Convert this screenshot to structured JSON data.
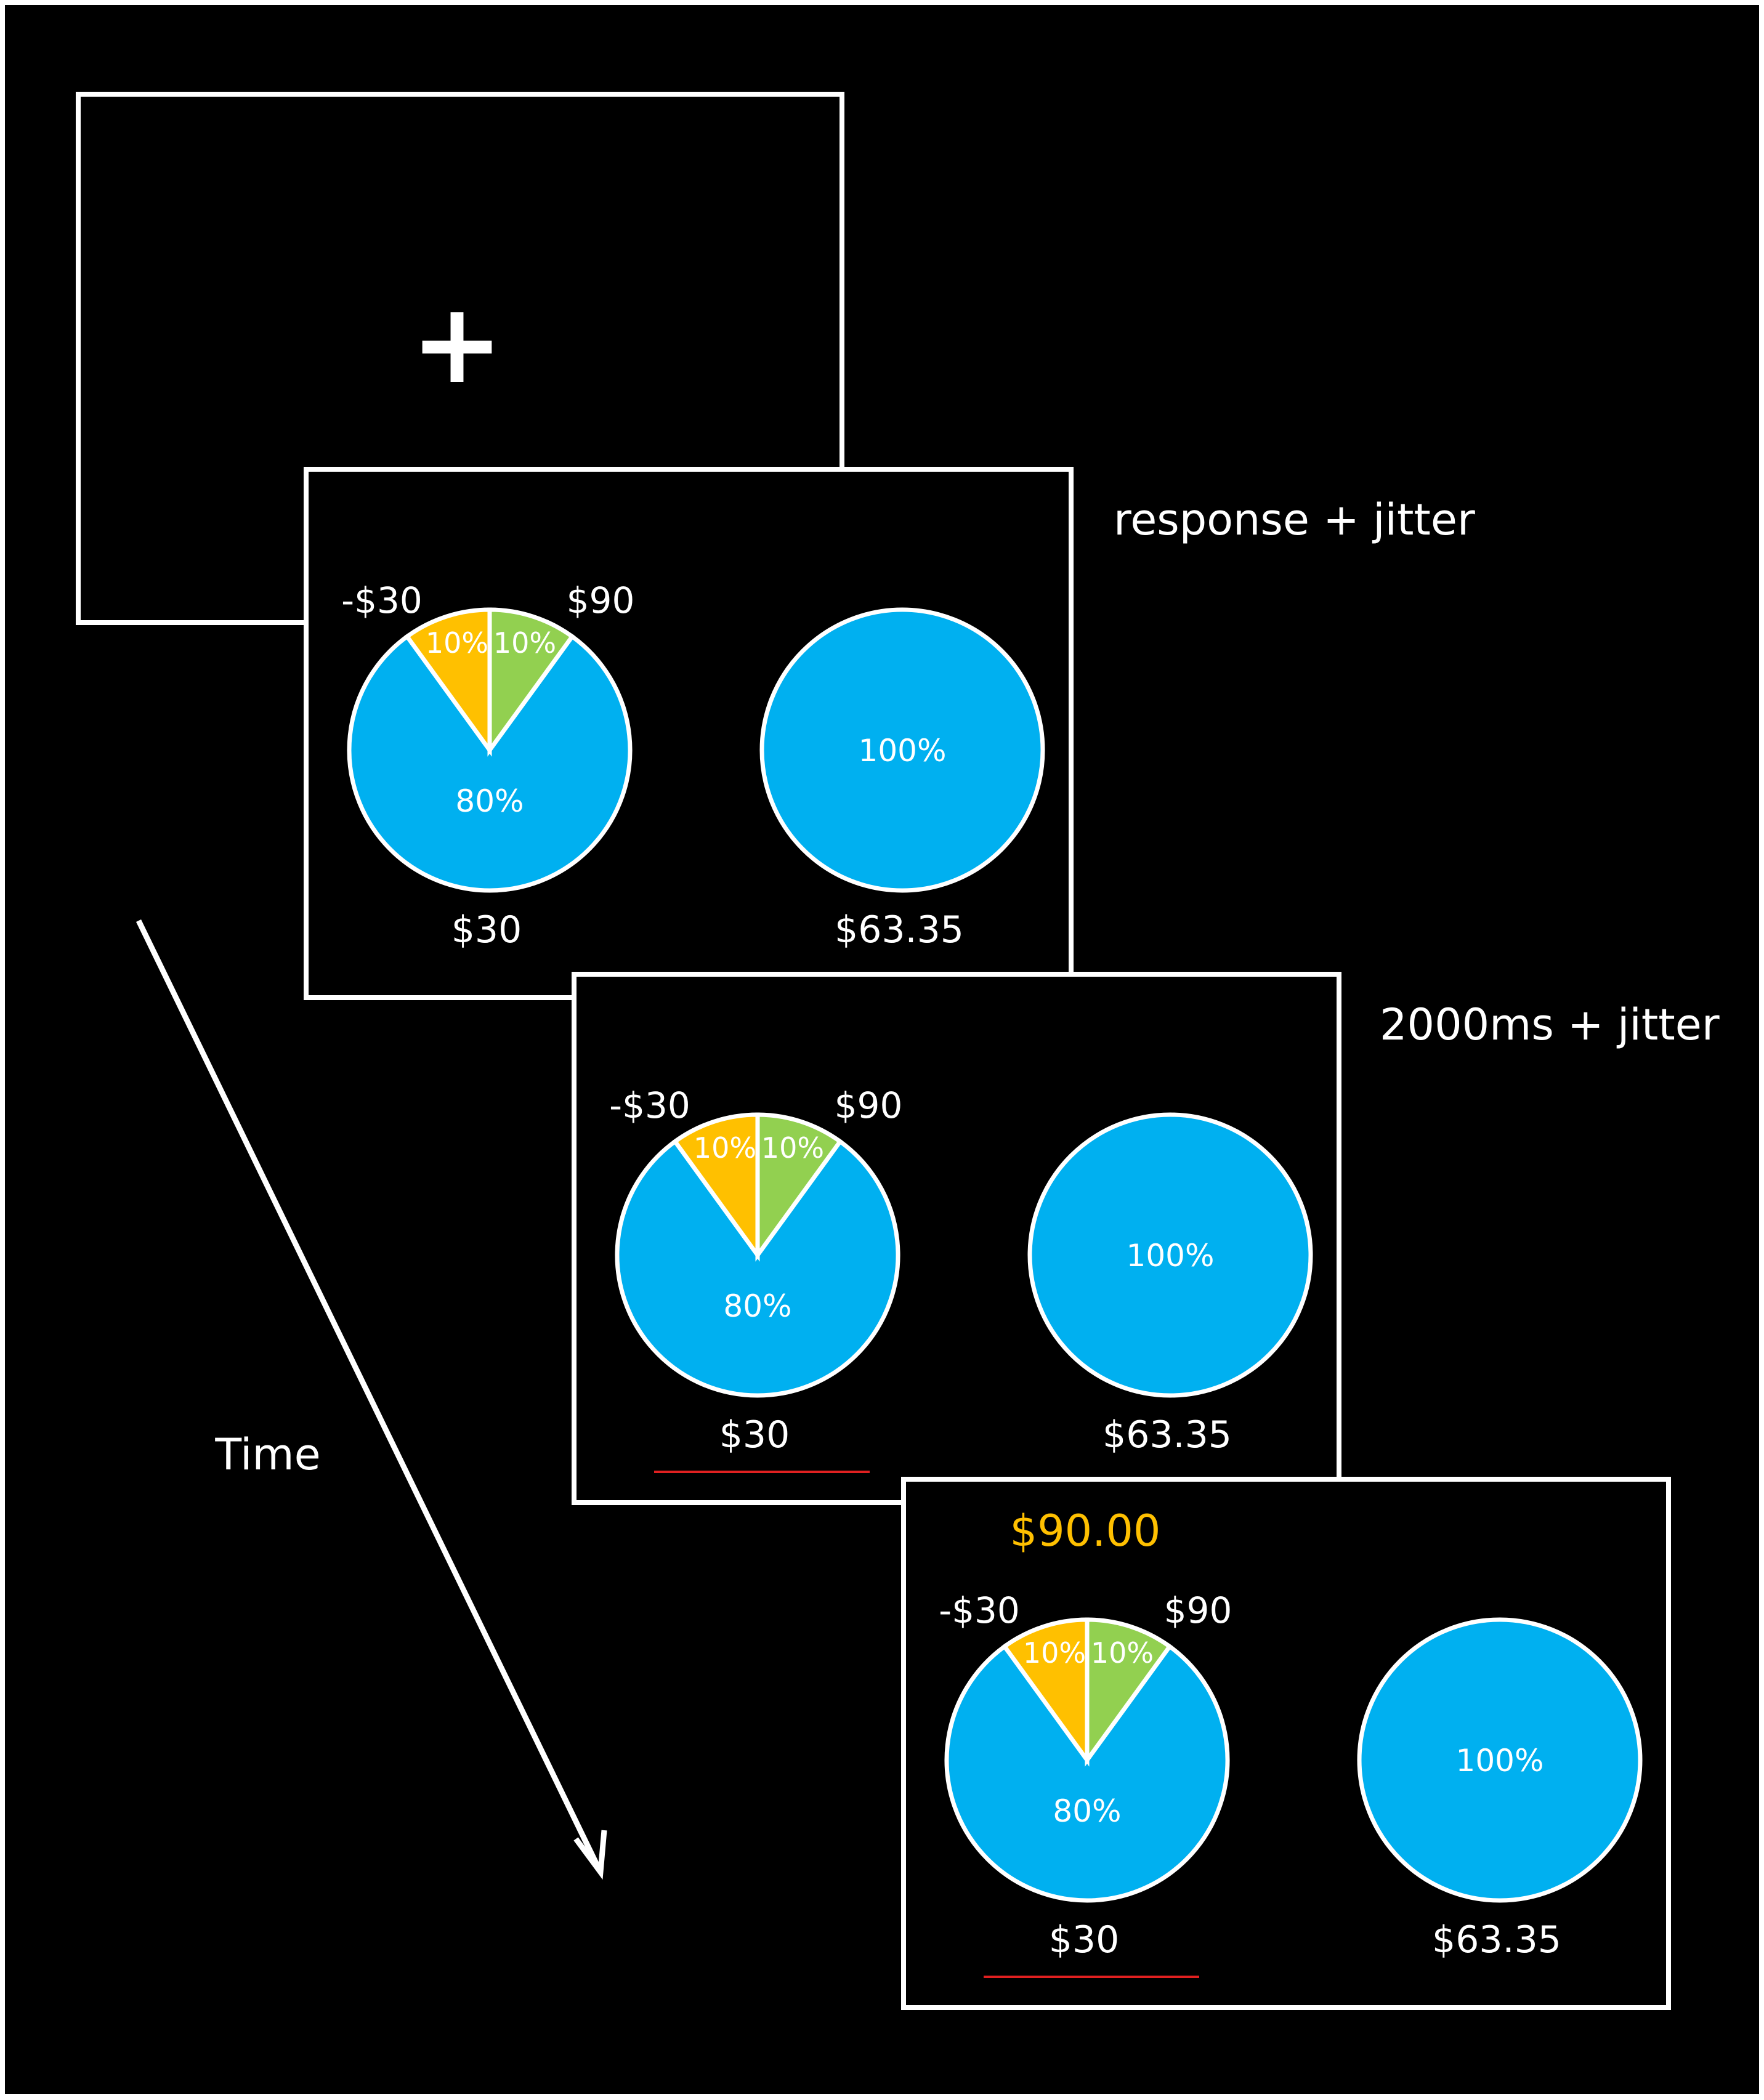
{
  "colors": {
    "background": "#000000",
    "border": "#ffffff",
    "text": "#ffffff",
    "blue": "#00b0f0",
    "yellow": "#ffc000",
    "green": "#92d050",
    "payoff": "#ffc000",
    "underline": "#e02020"
  },
  "fixation": {
    "symbol": "+"
  },
  "labels": {
    "phase1": "response + jitter",
    "phase2": "2000ms + jitter",
    "time": "Time"
  },
  "gamble": {
    "loss_label": "-$30",
    "gain_label": "$90",
    "left_slice_pct": "10%",
    "right_slice_pct": "10%",
    "main_pct": "80%",
    "amount": "$30",
    "slices": [
      {
        "name": "loss",
        "fraction": 0.1,
        "color": "yellow"
      },
      {
        "name": "gain",
        "fraction": 0.1,
        "color": "green"
      },
      {
        "name": "main",
        "fraction": 0.8,
        "color": "blue"
      }
    ]
  },
  "sure": {
    "pct": "100%",
    "amount": "$63.35"
  },
  "outcome": {
    "value": "$90.00"
  }
}
